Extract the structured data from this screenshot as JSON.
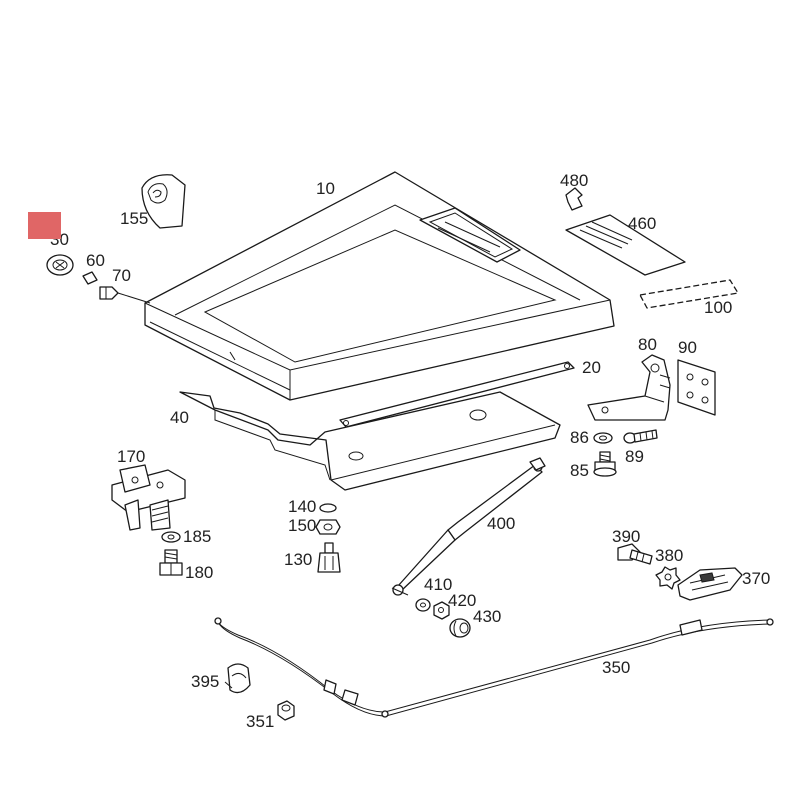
{
  "highlight_color": "#e06666",
  "callouts": {
    "p10": "10",
    "p20": "20",
    "p30": "30",
    "p40": "40",
    "p60": "60",
    "p70": "70",
    "p80": "80",
    "p85": "85",
    "p86": "86",
    "p89": "89",
    "p90": "90",
    "p100": "100",
    "p130": "130",
    "p140": "140",
    "p150": "150",
    "p155": "155",
    "p170": "170",
    "p180": "180",
    "p185": "185",
    "p350": "350",
    "p351": "351",
    "p370": "370",
    "p380": "380",
    "p390": "390",
    "p395": "395",
    "p400": "400",
    "p410": "410",
    "p420": "420",
    "p430": "430",
    "p460": "460",
    "p480": "480"
  }
}
